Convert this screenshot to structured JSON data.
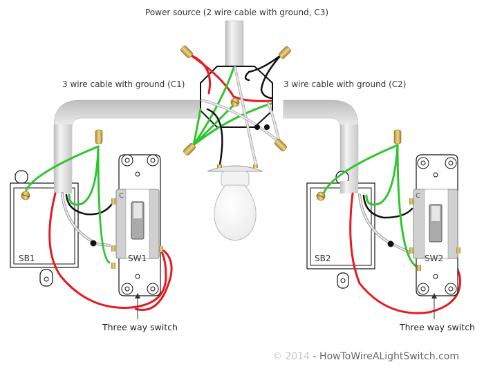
{
  "labels": {
    "power_source": "Power source (2 wire cable with ground, C3)",
    "cable_c1": "3 wire cable with ground (C1)",
    "cable_c2": "3 wire cable with ground (C2)",
    "sb1": "SB1",
    "sb2": "SB2",
    "sw1": "SW1",
    "sw2": "SW2",
    "common_1": "C",
    "common_2": "C",
    "three_way_1": "Three way switch",
    "three_way_2": "Three way switch"
  },
  "footer": {
    "copyright": "© 2014",
    "site": " - HowToWireALightSwitch.com"
  },
  "colors": {
    "hot": "#e8191e",
    "neutral": "#e0e0e0",
    "ground": "#2ec52e",
    "traveler_black": "#111111",
    "wirenut": "#c9a64a",
    "conduit": "#d9d9d9"
  }
}
